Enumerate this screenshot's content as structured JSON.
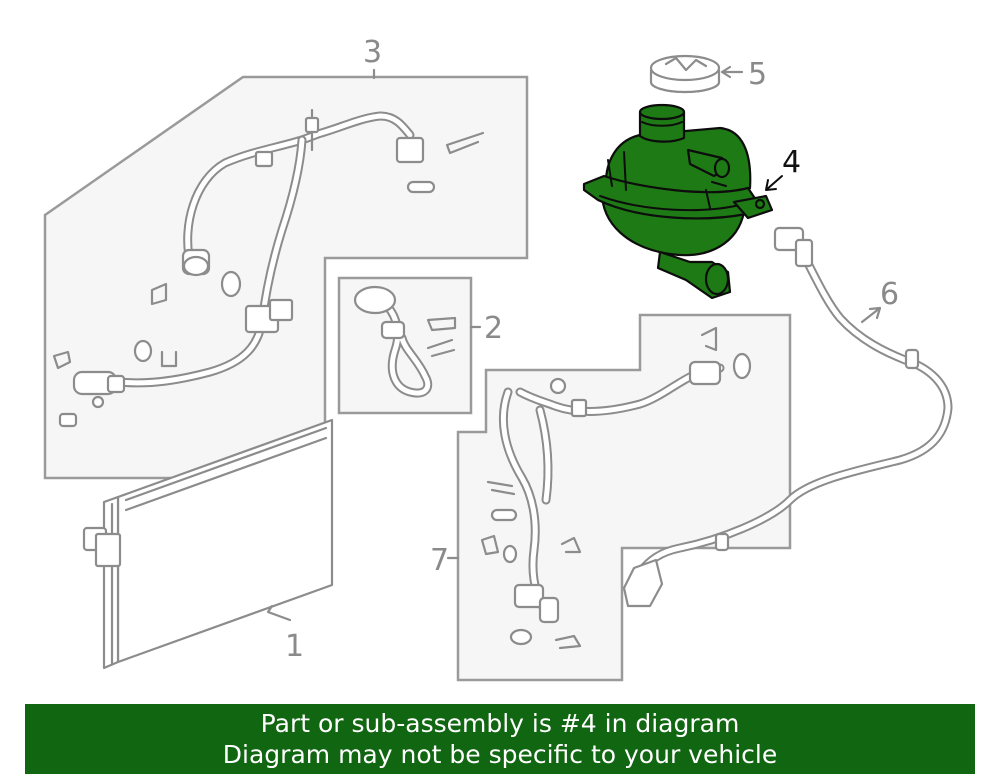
{
  "diagram": {
    "callouts": [
      {
        "id": "1",
        "label": "1"
      },
      {
        "id": "2",
        "label": "2"
      },
      {
        "id": "3",
        "label": "3"
      },
      {
        "id": "4",
        "label": "4"
      },
      {
        "id": "5",
        "label": "5"
      },
      {
        "id": "6",
        "label": "6"
      },
      {
        "id": "7",
        "label": "7"
      }
    ],
    "highlighted_part": "4",
    "colors": {
      "highlight_fill": "#1e7a14",
      "banner_background": "#116611",
      "line_gray": "#8c8c8c"
    }
  },
  "banner": {
    "line1": "Part or sub-assembly is #4 in diagram",
    "line2": "Diagram may not be specific to your vehicle"
  }
}
